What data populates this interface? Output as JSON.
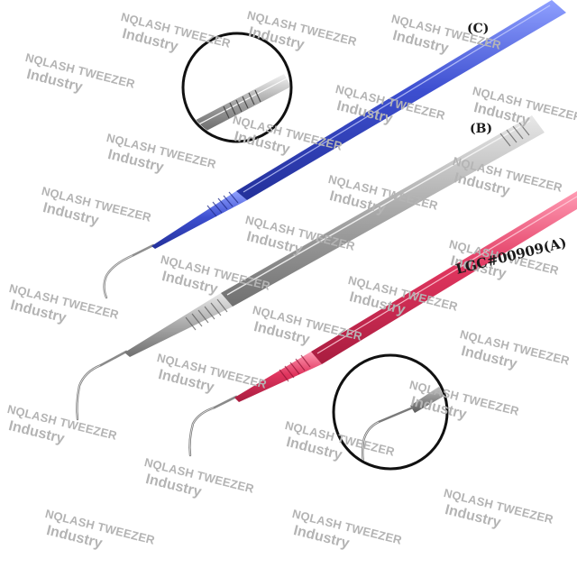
{
  "watermark": {
    "line1": "NQLASH TWEEZER",
    "line2": "Industry"
  },
  "labels": {
    "c": "(C)",
    "b": "(B)",
    "a": "LGC#00909(A)"
  },
  "colors": {
    "tool_c": "#3d4fd0",
    "tool_b": "#a9a9a9",
    "tool_a": "#e0355e",
    "watermark": "#b4b4b4",
    "background": "#ffffff"
  },
  "tools": [
    {
      "id": "tool-c",
      "label_key": "c",
      "color": "#3d4fd0"
    },
    {
      "id": "tool-b",
      "label_key": "b",
      "color": "#a9a9a9"
    },
    {
      "id": "tool-a",
      "label_key": "a",
      "color": "#e0355e"
    }
  ],
  "insets": [
    {
      "name": "zoom-inset-top",
      "shows": "grooved tip"
    },
    {
      "name": "zoom-inset-bottom",
      "shows": "hooked tip"
    }
  ]
}
